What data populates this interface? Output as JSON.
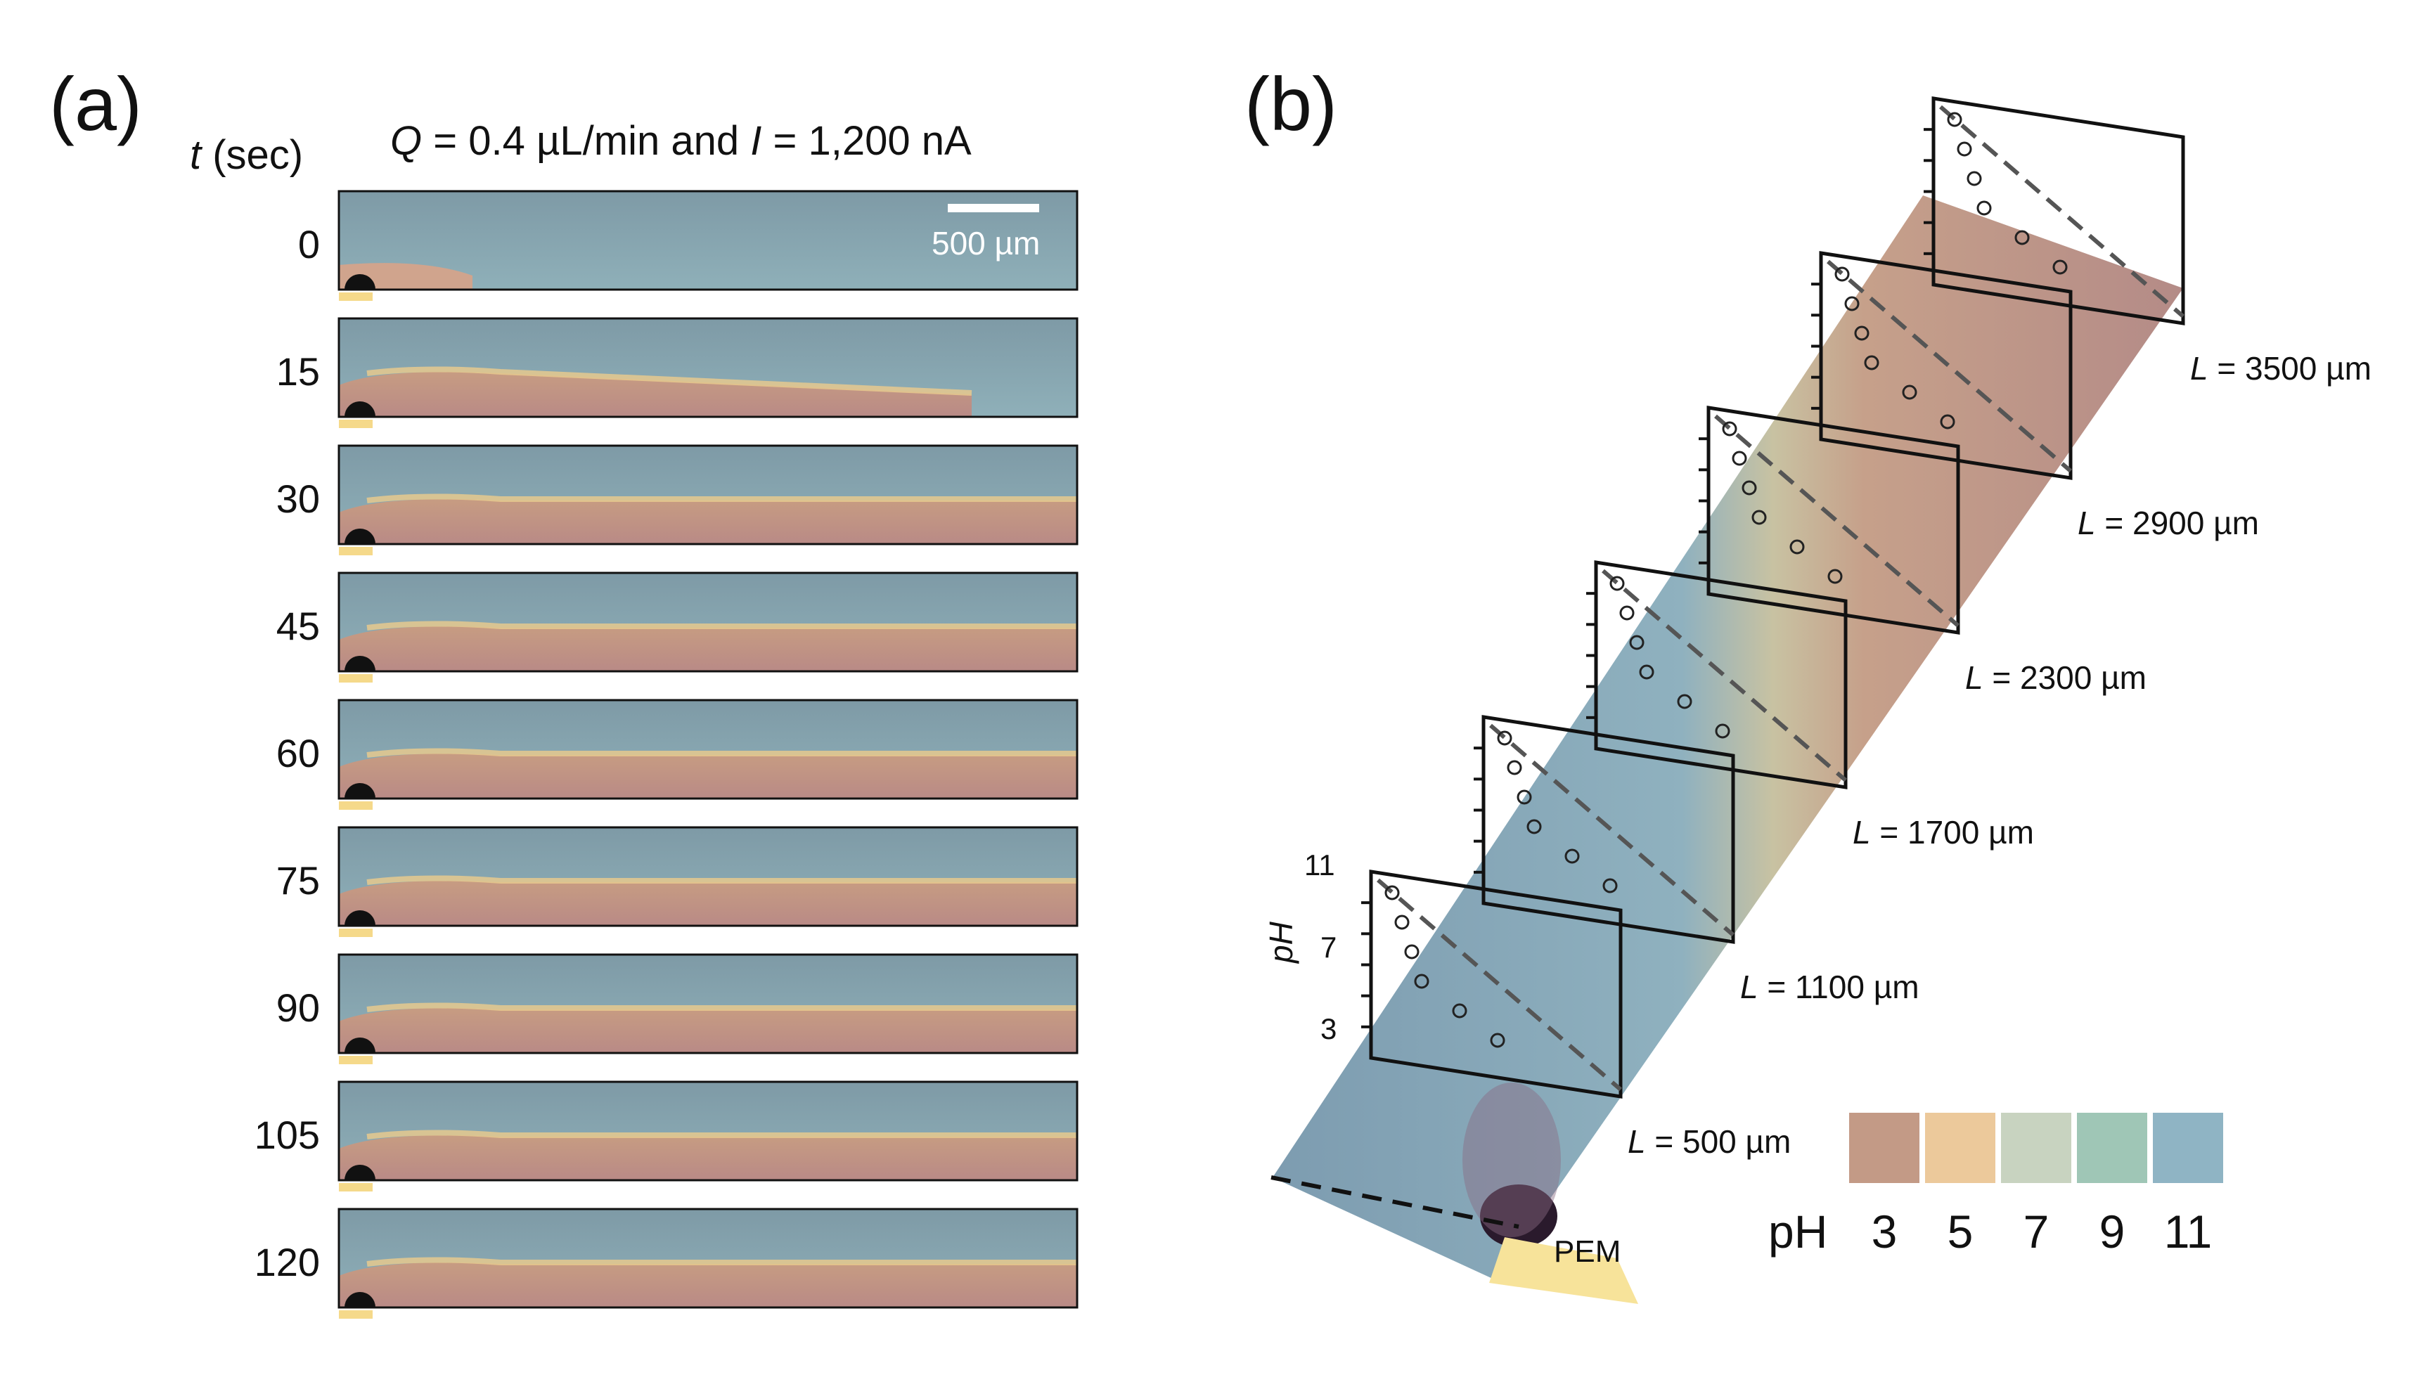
{
  "panel_a": {
    "label": "(a)",
    "t_var": "t",
    "t_unit": " (sec)",
    "cond_q": "Q",
    "cond_q_val": " = 0.4 µL/min and ",
    "cond_i": "I",
    "cond_i_val": " = 1,200 nA",
    "scale_bar": "500 µm",
    "times": [
      "0",
      "15",
      "30",
      "45",
      "60",
      "75",
      "90",
      "105",
      "120"
    ]
  },
  "panel_b": {
    "label": "(b)",
    "axis_label": "pH",
    "ticks": [
      "11",
      "7",
      "3"
    ],
    "L_var": "L",
    "L_labels": [
      " = 500 µm",
      " = 1100 µm",
      " = 1700 µm",
      " = 2300 µm",
      " = 2900 µm",
      " = 3500 µm"
    ],
    "pem_label": "PEM",
    "legend_title": "pH",
    "legend_values": [
      "3",
      "5",
      "7",
      "9",
      "11"
    ],
    "legend_colors": [
      "#c39a86",
      "#ecc99b",
      "#c8d3c0",
      "#9fc6b6",
      "#8fb4c4"
    ]
  }
}
